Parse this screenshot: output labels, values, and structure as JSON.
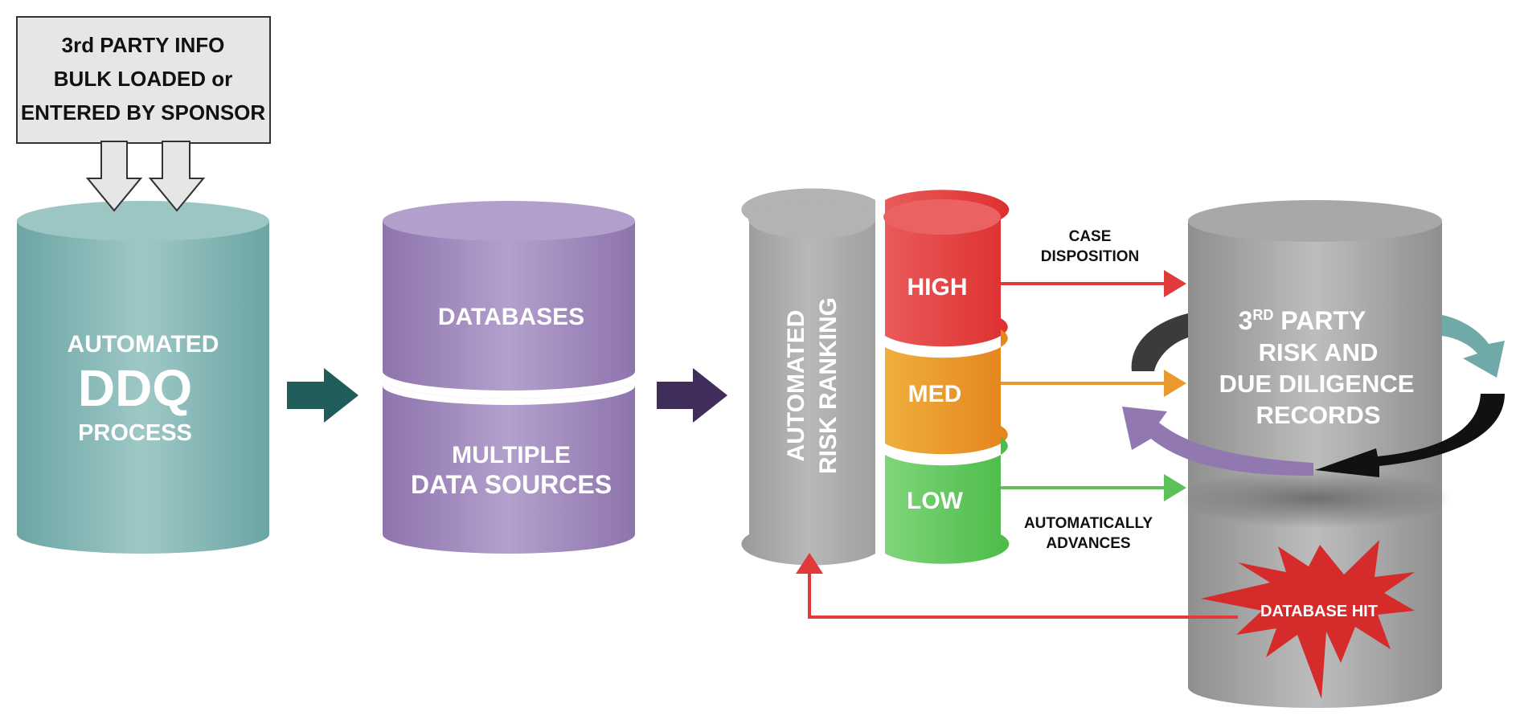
{
  "input_box": {
    "line1": "3rd PARTY INFO",
    "line2": "BULK LOADED or",
    "line3": "ENTERED BY SPONSOR"
  },
  "ddq": {
    "line1": "AUTOMATED",
    "line2": "DDQ",
    "line3": "PROCESS"
  },
  "sources": {
    "top": "DATABASES",
    "bottom_line1": "MULTIPLE",
    "bottom_line2": "DATA SOURCES"
  },
  "ranking": {
    "line1": "AUTOMATED",
    "line2": "RISK RANKING",
    "high": "HIGH",
    "med": "MED",
    "low": "LOW"
  },
  "labels": {
    "case_line1": "CASE",
    "case_line2": "DISPOSITION",
    "auto_line1": "AUTOMATICALLY",
    "auto_line2": "ADVANCES"
  },
  "records": {
    "line1_main": "3",
    "line1_sup": "RD",
    "line1_rest": " PARTY",
    "line2": "RISK AND",
    "line3": "DUE DILIGENCE",
    "line4": "RECORDS",
    "hit": "DATABASE HIT"
  },
  "colors": {
    "teal": "#6fa9a8",
    "purple": "#9178b0",
    "gray": "#9c9c9c",
    "high": "#e03a3a",
    "med": "#ea9a2a",
    "low": "#5cc158",
    "dark_teal_arrow": "#1f5c5a",
    "dark_purple_arrow": "#402d5c"
  }
}
